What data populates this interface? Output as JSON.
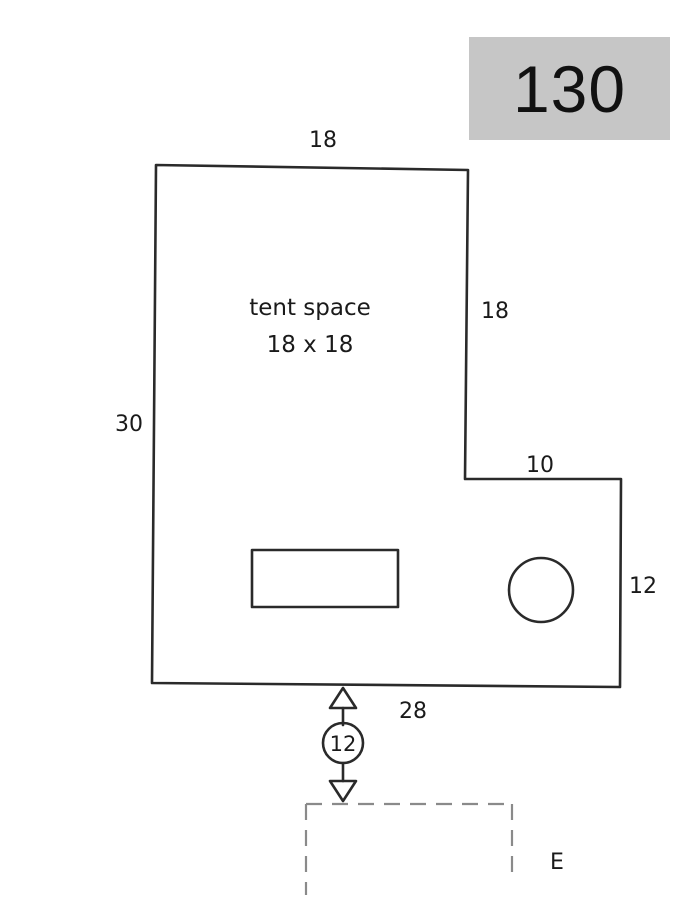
{
  "site": {
    "number": "130"
  },
  "dimensions": {
    "top": "18",
    "left": "30",
    "right_upper": "18",
    "step": "10",
    "right_lower": "12",
    "bottom": "28",
    "driveway": "12"
  },
  "tent_space": {
    "title": "tent space",
    "size": "18 x 18"
  },
  "compass": {
    "direction": "E"
  },
  "colors": {
    "badge_background": "#c6c6c6",
    "line": "#2a2a2a",
    "dashed_line": "#8a8a8a"
  },
  "icons": {
    "table": "picnic-table-rectangle",
    "fire_ring": "fire-ring-circle",
    "driveway_arrows": "double-headed-arrow"
  }
}
